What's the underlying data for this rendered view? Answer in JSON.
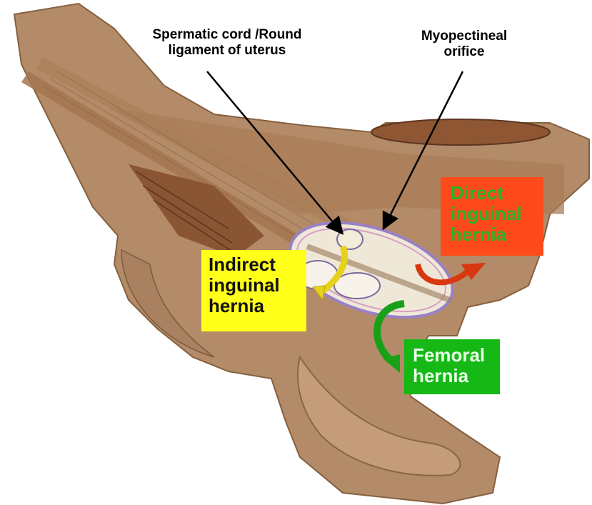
{
  "labels": {
    "spermatic_cord": {
      "line1": "Spermatic cord /Round",
      "line2": "ligament of uterus"
    },
    "myopectineal": {
      "line1": "Myopectineal",
      "line2": "orifice"
    }
  },
  "hernia_boxes": {
    "direct": {
      "lines": [
        "Direct",
        "inguinal",
        "hernia"
      ],
      "bg_color": "#ff4a1c",
      "text_color": "#2bb52b"
    },
    "indirect": {
      "lines": [
        "Indirect",
        "inguinal",
        "hernia"
      ],
      "bg_color": "#ffff1a",
      "text_color": "#111111"
    },
    "femoral": {
      "lines": [
        "Femoral",
        "hernia"
      ],
      "bg_color": "#16b816",
      "text_color": "#e8ffe8"
    }
  },
  "colors": {
    "bone": "#b08a69",
    "bone_outline": "#8a6446",
    "muscle": "#a8754d",
    "muscle_dark": "#7a4f30",
    "arrow_red": "#e03a10",
    "arrow_yellow": "#e8d51a",
    "arrow_green": "#1aa51a"
  }
}
